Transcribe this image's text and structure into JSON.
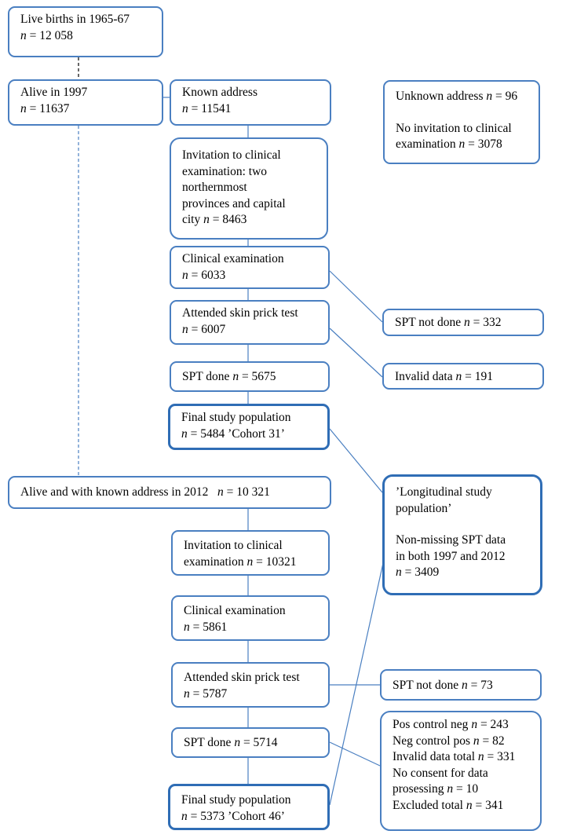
{
  "colors": {
    "border": "#4a7fc1",
    "border_bold": "#2f6db5",
    "connector": "#4a7fc1",
    "dashed": "#000000"
  },
  "boxes": {
    "live_births": {
      "line1": "Live births in 1965-67",
      "n_sym": "n",
      "n_val": " = 12 058"
    },
    "alive_1997": {
      "line1": "Alive in 1997",
      "n_sym": "n",
      "n_val": " = 11637"
    },
    "known_address": {
      "line1": "Known address",
      "n_sym": "n",
      "n_val": " = 11541"
    },
    "unknown_address": {
      "line1_text": "Unknown address ",
      "line1_n": "n",
      "line1_val": " = 96",
      "line2": "No invitation to clinical",
      "line3_text": "examination ",
      "line3_n": "n",
      "line3_val": " = 3078"
    },
    "invitation_1997": {
      "line1": "Invitation to clinical",
      "line2": "examination: two",
      "line3": "northernmost",
      "line4": "provinces and capital",
      "line5_text": "city ",
      "line5_n": "n",
      "line5_val": " = 8463"
    },
    "clinical_1997": {
      "line1": "Clinical examination",
      "n_sym": "n",
      "n_val": " = 6033"
    },
    "spt_not_done_1997": {
      "text": "SPT not done ",
      "n_sym": "n",
      "n_val": " = 332"
    },
    "attended_spt_1997": {
      "line1": "Attended skin prick test",
      "n_sym": "n",
      "n_val": " = 6007"
    },
    "spt_done_1997": {
      "text": "SPT done ",
      "n_sym": "n",
      "n_val": " = 5675"
    },
    "invalid_data_1997": {
      "text": "Invalid data ",
      "n_sym": "n",
      "n_val": " = 191"
    },
    "final_1997": {
      "line1": "Final study population",
      "n_sym": "n",
      "n_val": " = 5484 ’Cohort 31’"
    },
    "alive_2012": {
      "text": "Alive and with known address in 2012   ",
      "n_sym": "n",
      "n_val": " = 10 321"
    },
    "longitudinal": {
      "line1": "’Longitudinal study",
      "line2": "population’",
      "line3": "Non-missing SPT data",
      "line4": "in both 1997 and 2012",
      "n_sym": "n",
      "n_val": " = 3409"
    },
    "invitation_2012": {
      "line1": "Invitation to clinical",
      "line2_text": "examination ",
      "n_sym": "n",
      "n_val": " = 10321"
    },
    "clinical_2012": {
      "line1": "Clinical examination",
      "n_sym": "n",
      "n_val": " = 5861"
    },
    "attended_spt_2012": {
      "line1": "Attended skin prick test",
      "n_sym": "n",
      "n_val": " = 5787"
    },
    "spt_not_done_2012": {
      "text": "SPT not done ",
      "n_sym": "n",
      "n_val": " = 73"
    },
    "spt_done_2012": {
      "text": "SPT done ",
      "n_sym": "n",
      "n_val": " = 5714"
    },
    "exclusions_2012": {
      "l1_text": "Pos control neg ",
      "l1_n": "n",
      "l1_val": " = 243",
      "l2_text": "Neg control pos ",
      "l2_n": "n",
      "l2_val": " = 82",
      "l3_text": "Invalid data total ",
      "l3_n": "n",
      "l3_val": " = 331",
      "l4": "No consent for data",
      "l5_text": "prosessing ",
      "l5_n": "n",
      "l5_val": " = 10",
      "l6_text": "Excluded total ",
      "l6_n": "n",
      "l6_val": " = 341"
    },
    "final_2012": {
      "line1": "Final study population",
      "n_sym": "n",
      "n_val": " = 5373 ’Cohort 46’"
    }
  }
}
